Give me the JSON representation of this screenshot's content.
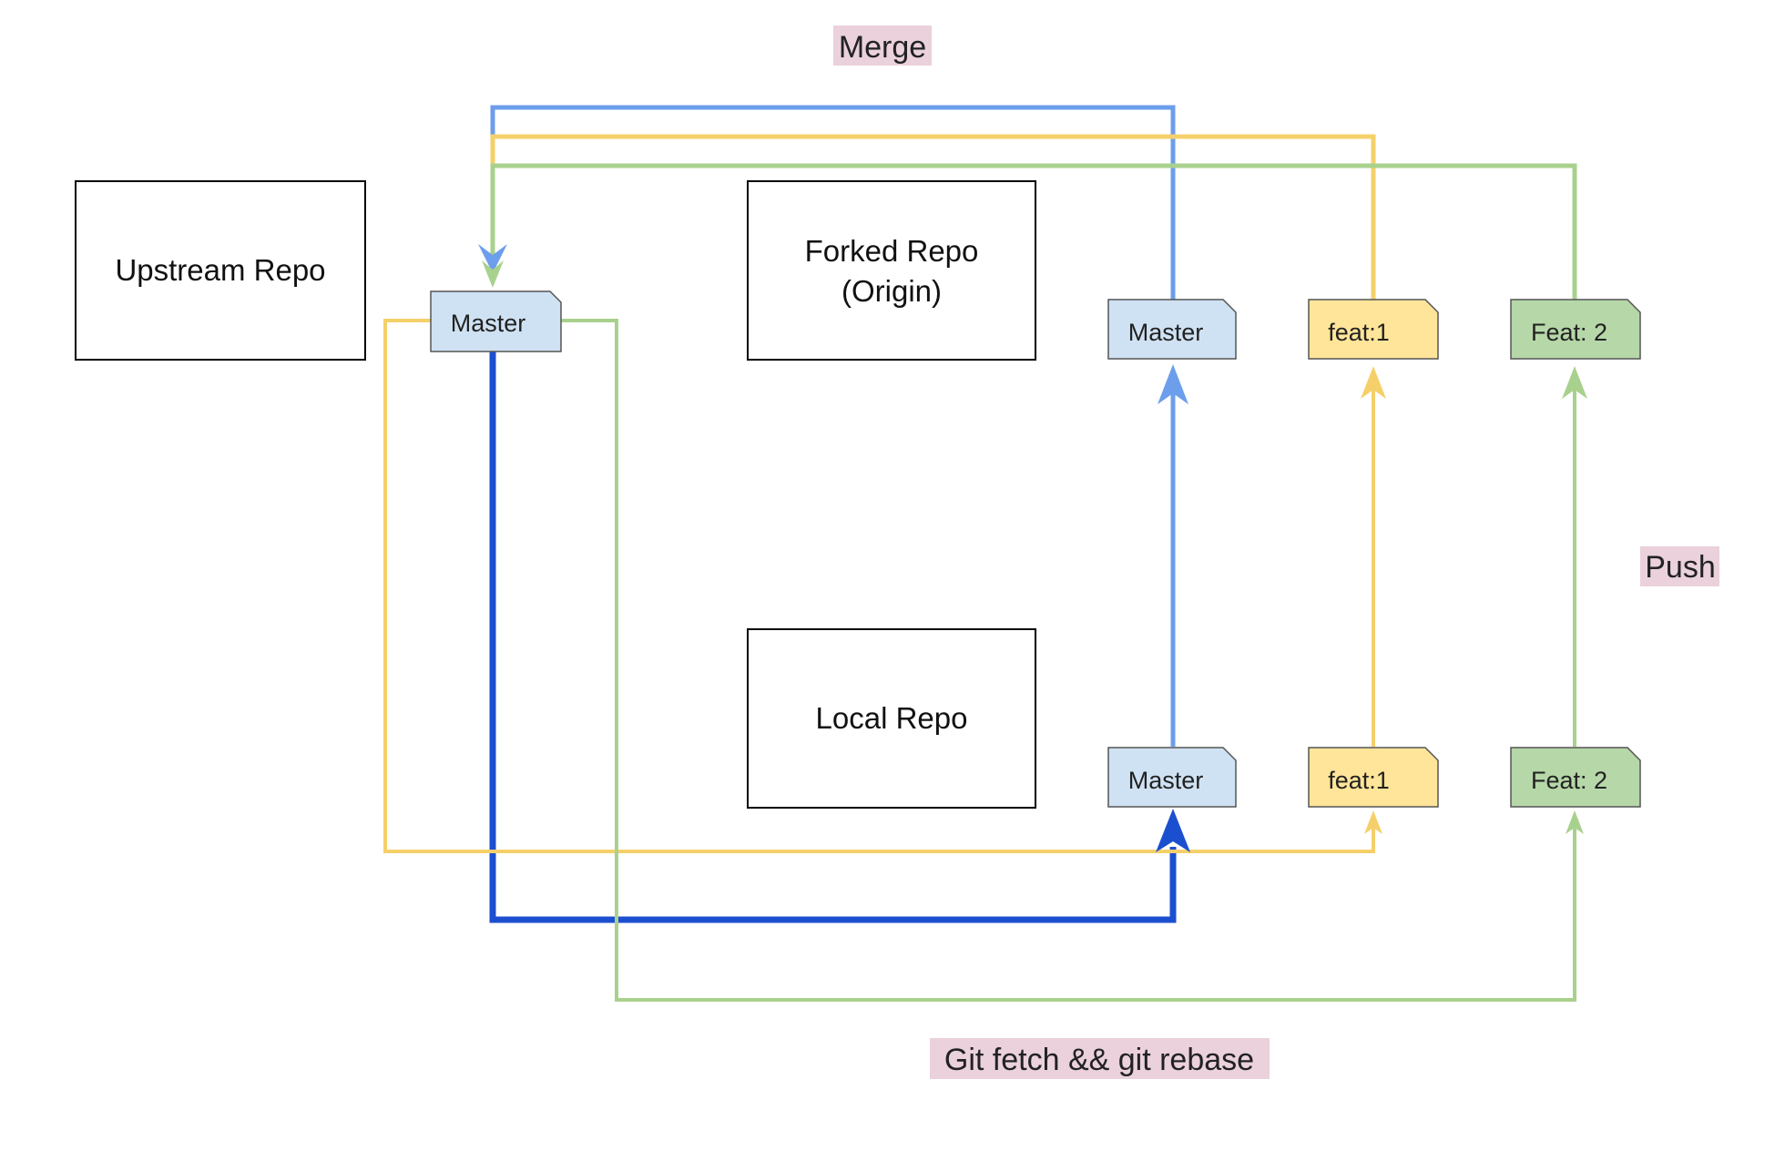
{
  "repos": {
    "upstream": {
      "line1": "Upstream Repo"
    },
    "forked": {
      "line1": "Forked Repo",
      "line2": "(Origin)"
    },
    "local": {
      "line1": "Local Repo"
    }
  },
  "branches": {
    "upstream_master": "Master",
    "origin_master": "Master",
    "origin_feat1": "feat:1",
    "origin_feat2": "Feat: 2",
    "local_master": "Master",
    "local_feat1": "feat:1",
    "local_feat2": "Feat: 2"
  },
  "labels": {
    "merge": "Merge",
    "push": "Push",
    "fetch_rebase": "Git fetch && git rebase"
  },
  "colors": {
    "blue_light": "#6d9eeb",
    "blue_dark": "#1c4fd0",
    "yellow": "#f5d06a",
    "green": "#a9d18e",
    "master_fill": "#cfe2f3",
    "feat1_fill": "#ffe599",
    "feat2_fill": "#b6d7a8",
    "label_bg": "#ead1dc"
  }
}
